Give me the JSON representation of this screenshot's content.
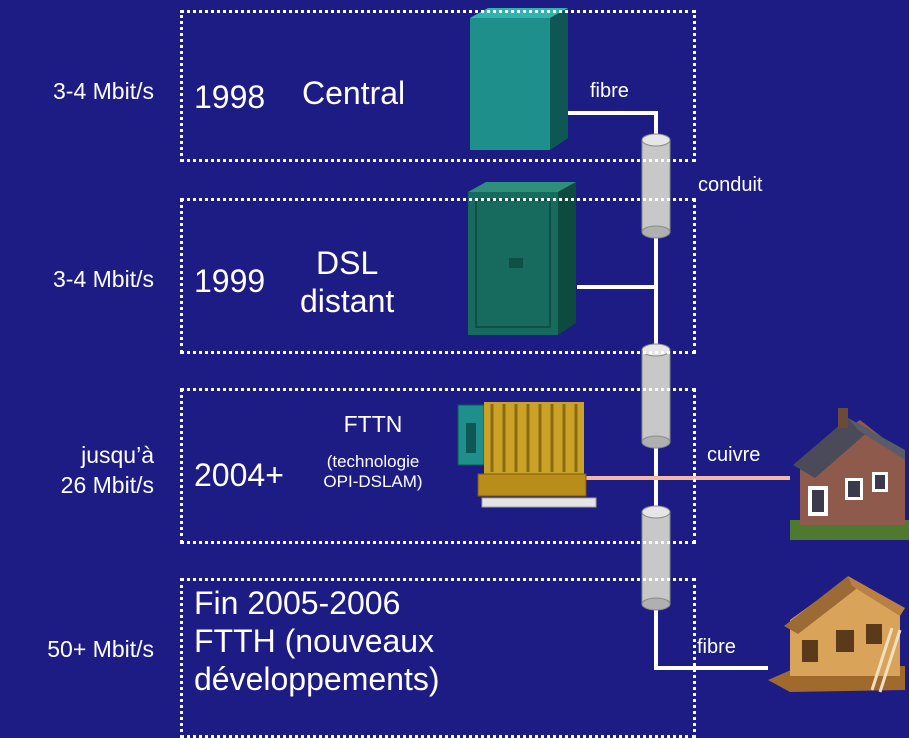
{
  "rows": [
    {
      "speed_lines": [
        "3-4 Mbit/s"
      ],
      "year": "1998",
      "title_lines": [
        "Central"
      ]
    },
    {
      "speed_lines": [
        "3-4 Mbit/s"
      ],
      "year": "1999",
      "title_lines": [
        "DSL",
        "distant"
      ]
    },
    {
      "speed_lines": [
        "jusqu’à",
        "26 Mbit/s"
      ],
      "year": "2004+",
      "title_lines": [
        "FTTN"
      ],
      "subtitle_lines": [
        "(technologie",
        "OPI-DSLAM)"
      ]
    },
    {
      "speed_lines": [
        "50+ Mbit/s"
      ],
      "text_lines": [
        "Fin 2005-2006",
        "FTTH (nouveaux",
        "développements)"
      ]
    }
  ],
  "connection_labels": {
    "fibre_top": "fibre",
    "conduit": "conduit",
    "cuivre": "cuivre",
    "fibre_bottom": "fibre"
  },
  "colors": {
    "background": "#1c1c84",
    "fibre_line": "#ffffff",
    "copper_line": "#f2b8a8",
    "cabinet_teal": "#1f8f8c",
    "conduit_gray": "#c8c8c8",
    "fttn_gold": "#c9a227"
  }
}
